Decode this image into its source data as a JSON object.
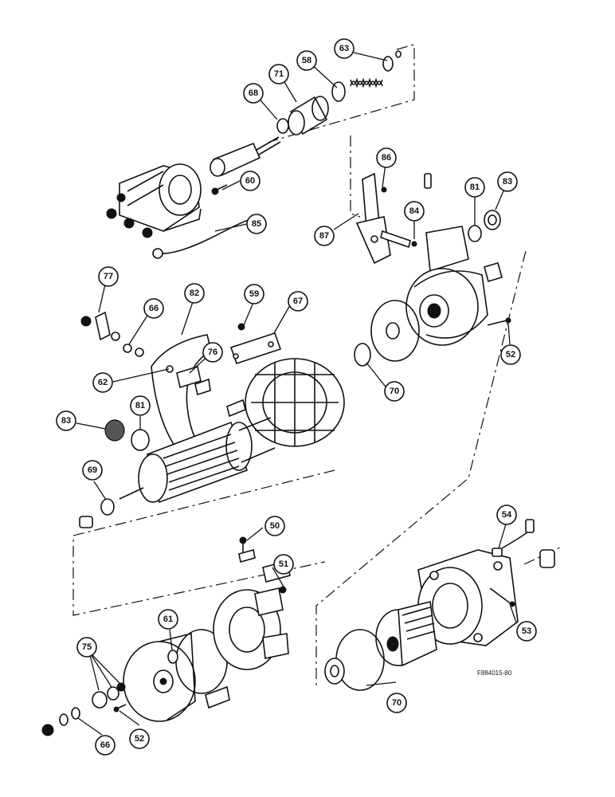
{
  "figure_id": "F884015-80",
  "callouts": [
    {
      "id": "c63a",
      "label": "63"
    },
    {
      "id": "c58",
      "label": "58"
    },
    {
      "id": "c71",
      "label": "71"
    },
    {
      "id": "c68",
      "label": "68"
    },
    {
      "id": "c60",
      "label": "60"
    },
    {
      "id": "c85",
      "label": "85"
    },
    {
      "id": "c86",
      "label": "86"
    },
    {
      "id": "c84",
      "label": "84"
    },
    {
      "id": "c87",
      "label": "87"
    },
    {
      "id": "c81a",
      "label": "81"
    },
    {
      "id": "c83a",
      "label": "83"
    },
    {
      "id": "c77",
      "label": "77"
    },
    {
      "id": "c66a",
      "label": "66"
    },
    {
      "id": "c82",
      "label": "82"
    },
    {
      "id": "c59",
      "label": "59"
    },
    {
      "id": "c67",
      "label": "67"
    },
    {
      "id": "c76",
      "label": "76"
    },
    {
      "id": "c62",
      "label": "62"
    },
    {
      "id": "c70a",
      "label": "70"
    },
    {
      "id": "c52a",
      "label": "52"
    },
    {
      "id": "c83b",
      "label": "83"
    },
    {
      "id": "c81b",
      "label": "81"
    },
    {
      "id": "c69",
      "label": "69"
    },
    {
      "id": "c50",
      "label": "50"
    },
    {
      "id": "c51",
      "label": "51"
    },
    {
      "id": "c54",
      "label": "54"
    },
    {
      "id": "c53",
      "label": "53"
    },
    {
      "id": "c61",
      "label": "61"
    },
    {
      "id": "c75",
      "label": "75"
    },
    {
      "id": "c66b",
      "label": "66"
    },
    {
      "id": "c52b",
      "label": "52"
    },
    {
      "id": "c70b",
      "label": "70"
    }
  ]
}
